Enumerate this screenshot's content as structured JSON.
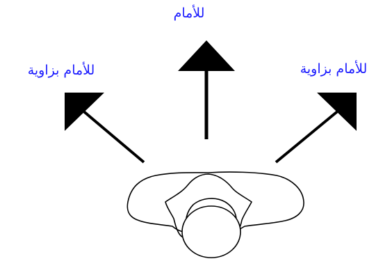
{
  "labels": {
    "forward": "للأمام",
    "forward_left": "للأمام بزاوية",
    "forward_right": "للأمام بزاوية"
  },
  "colors": {
    "label": "#1a1aff",
    "arrow": "#000000",
    "outline": "#000000"
  }
}
